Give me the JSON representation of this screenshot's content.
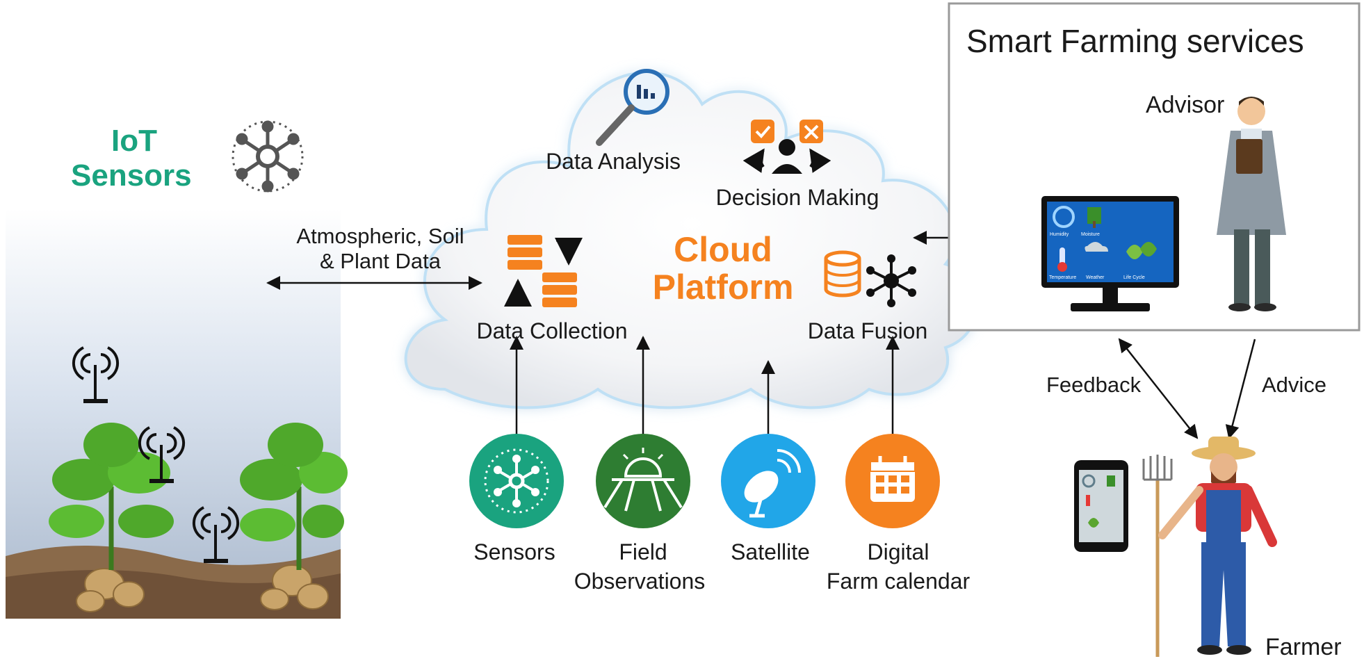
{
  "iot": {
    "line1": "IoT",
    "line2": "Sensors"
  },
  "flow": {
    "line1": "Atmospheric, Soil",
    "line2": "& Plant Data"
  },
  "cloud": {
    "title_line1": "Cloud",
    "title_line2": "Platform",
    "data_analysis": "Data Analysis",
    "decision_making": "Decision Making",
    "data_collection": "Data Collection",
    "data_fusion": "Data Fusion"
  },
  "sources": [
    {
      "line1": "Sensors",
      "line2": "",
      "color": "#1aa37f",
      "icon": "sensor-hub-icon"
    },
    {
      "line1": "Field",
      "line2": "Observations",
      "color": "#2e7d32",
      "icon": "field-sunrise-icon"
    },
    {
      "line1": "Satellite",
      "line2": "",
      "color": "#21a6e8",
      "icon": "satellite-dish-icon"
    },
    {
      "line1": "Digital",
      "line2": "Farm calendar",
      "color": "#f5821f",
      "icon": "calendar-icon"
    }
  ],
  "services": {
    "title": "Smart Farming services",
    "advisor": "Advisor",
    "feedback": "Feedback",
    "advice": "Advice",
    "farmer": "Farmer",
    "monitor": {
      "humidity": "Humidity",
      "moisture": "Moisture",
      "temperature": "Temperature",
      "weather": "Weather",
      "lifecycle": "Life Cycle"
    }
  },
  "colors": {
    "teal": "#1aa37f",
    "orange": "#f5821f",
    "cloud_glow": "#cfe8f7"
  }
}
